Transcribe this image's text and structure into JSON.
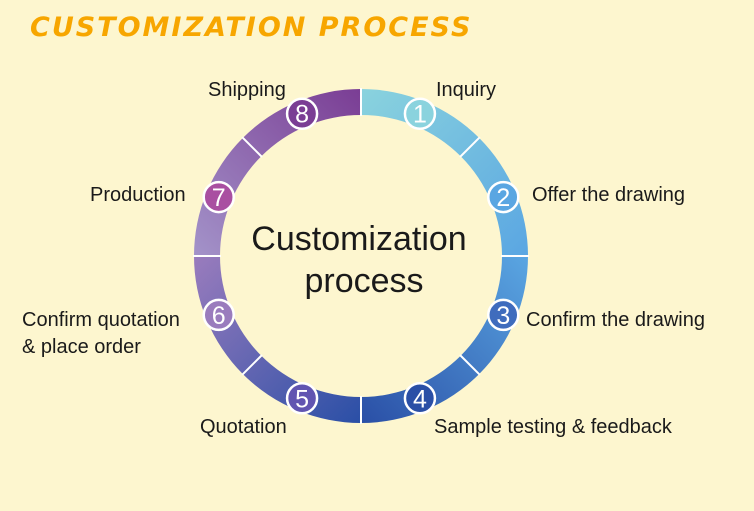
{
  "title": "CUSTOMIZATION PROCESS",
  "center": {
    "line1": "Customization",
    "line2": "process"
  },
  "steps": [
    {
      "number": "1",
      "label": "Inquiry",
      "color": "#8ad3de"
    },
    {
      "number": "2",
      "label": "Offer the drawing",
      "color": "#5aa6e2"
    },
    {
      "number": "3",
      "label": "Confirm the drawing",
      "color": "#3f6cbd"
    },
    {
      "number": "4",
      "label": "Sample testing & feedback",
      "color": "#2a4fa6"
    },
    {
      "number": "5",
      "label": "Quotation",
      "color": "#6155b1"
    },
    {
      "number": "6",
      "label": "Confirm quotation",
      "label2": "& place order",
      "color": "#9a7cbd"
    },
    {
      "number": "7",
      "label": "Production",
      "color": "#a94fa1"
    },
    {
      "number": "8",
      "label": "Shipping",
      "color": "#7a3d94"
    }
  ]
}
